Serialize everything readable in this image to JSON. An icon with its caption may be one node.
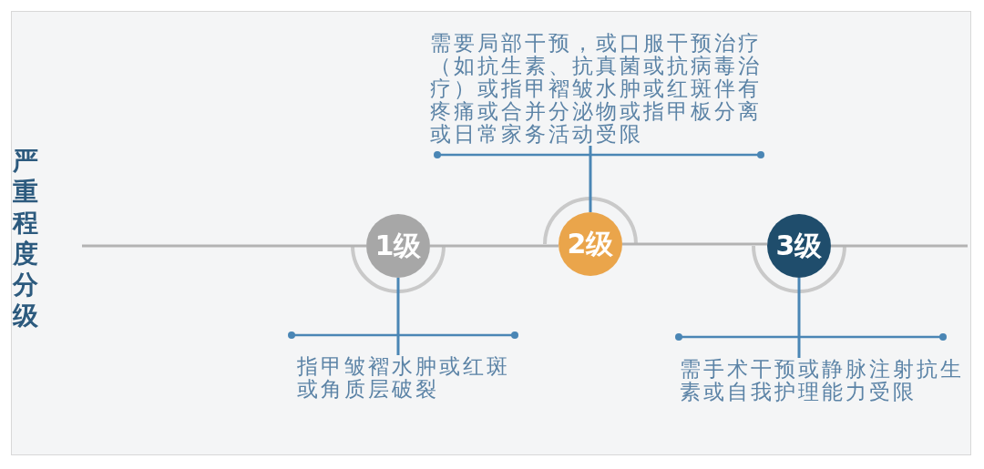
{
  "diagram": {
    "title": "严重程度分级",
    "nodes": [
      {
        "text": [
          "1级"
        ]
      },
      {
        "text": [
          "2级"
        ]
      },
      {
        "text": [
          "3级"
        ]
      },
      {
        "text": [
          "指甲皱褶水肿或红斑或角质层破裂"
        ]
      },
      {
        "text": [
          "需要局部干预，或口服干预治疗（如抗生素、抗真菌或抗病毒治疗）或指甲褶皱水肿或红斑伴有疼痛或合并分泌物或指甲板分离或日常家务活动受限"
        ]
      },
      {
        "text": [
          "需手术干预或静脉注射抗生素或自我护理能力受限"
        ]
      }
    ],
    "edges": [
      {
        "from": null,
        "to": 0,
        "arrow": "none"
      },
      {
        "from": 0,
        "to": 1,
        "arrow": "none"
      },
      {
        "from": 1,
        "to": 2,
        "arrow": "none"
      },
      {
        "from": 2,
        "to": null,
        "arrow": "none"
      },
      {
        "from": 3,
        "to": 0,
        "arrow": "none",
        "color": "#4a86b5"
      },
      {
        "from": 4,
        "to": 1,
        "arrow": "none",
        "color": "#4a86b5"
      },
      {
        "from": 5,
        "to": 2,
        "arrow": "none",
        "color": "#4a86b5"
      }
    ]
  }
}
